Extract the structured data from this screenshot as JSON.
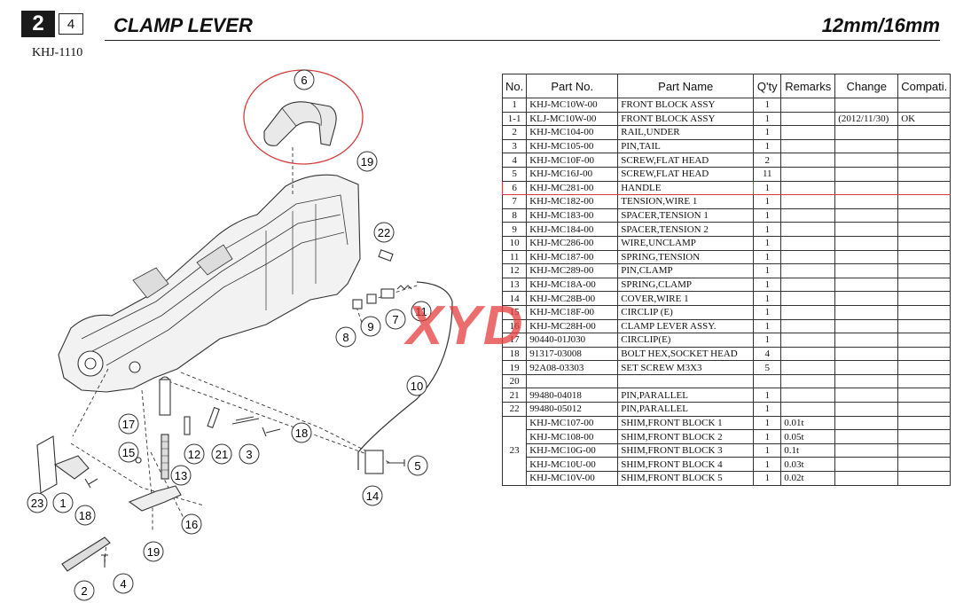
{
  "header": {
    "section": "2",
    "subsection": "4",
    "title": "CLAMP LEVER",
    "size": "12mm/16mm",
    "model": "KHJ-1110"
  },
  "watermark": "XYD",
  "diagram": {
    "callouts": [
      "6",
      "19",
      "22",
      "8",
      "9",
      "7",
      "11",
      "10",
      "17",
      "15",
      "13",
      "12",
      "21",
      "3",
      "18",
      "5",
      "14",
      "23",
      "1",
      "18",
      "16",
      "19",
      "2",
      "4"
    ]
  },
  "table": {
    "headers": [
      "No.",
      "Part No.",
      "Part Name",
      "Q'ty",
      "Remarks",
      "Change",
      "Compati."
    ],
    "rows": [
      {
        "no": "1",
        "part": "KHJ-MC10W-00",
        "name": "FRONT BLOCK ASSY",
        "qty": "1",
        "remarks": "",
        "change": "",
        "compat": ""
      },
      {
        "no": "1-1",
        "part": "KLJ-MC10W-00",
        "name": "FRONT BLOCK ASSY",
        "qty": "1",
        "remarks": "",
        "change": "(2012/11/30)",
        "compat": "OK"
      },
      {
        "no": "2",
        "part": "KHJ-MC104-00",
        "name": "RAIL,UNDER",
        "qty": "1",
        "remarks": "",
        "change": "",
        "compat": ""
      },
      {
        "no": "3",
        "part": "KHJ-MC105-00",
        "name": "PIN,TAIL",
        "qty": "1",
        "remarks": "",
        "change": "",
        "compat": ""
      },
      {
        "no": "4",
        "part": "KHJ-MC10F-00",
        "name": "SCREW,FLAT HEAD",
        "qty": "2",
        "remarks": "",
        "change": "",
        "compat": ""
      },
      {
        "no": "5",
        "part": "KHJ-MC16J-00",
        "name": "SCREW,FLAT HEAD",
        "qty": "11",
        "remarks": "",
        "change": "",
        "compat": ""
      },
      {
        "no": "6",
        "part": "KHJ-MC281-00",
        "name": "HANDLE",
        "qty": "1",
        "remarks": "",
        "change": "",
        "compat": ""
      },
      {
        "no": "7",
        "part": "KHJ-MC182-00",
        "name": "TENSION,WIRE 1",
        "qty": "1",
        "remarks": "",
        "change": "",
        "compat": ""
      },
      {
        "no": "8",
        "part": "KHJ-MC183-00",
        "name": "SPACER,TENSION 1",
        "qty": "1",
        "remarks": "",
        "change": "",
        "compat": ""
      },
      {
        "no": "9",
        "part": "KHJ-MC184-00",
        "name": "SPACER,TENSION 2",
        "qty": "1",
        "remarks": "",
        "change": "",
        "compat": ""
      },
      {
        "no": "10",
        "part": "KHJ-MC286-00",
        "name": "WIRE,UNCLAMP",
        "qty": "1",
        "remarks": "",
        "change": "",
        "compat": ""
      },
      {
        "no": "11",
        "part": "KHJ-MC187-00",
        "name": "SPRING,TENSION",
        "qty": "1",
        "remarks": "",
        "change": "",
        "compat": ""
      },
      {
        "no": "12",
        "part": "KHJ-MC289-00",
        "name": "PIN,CLAMP",
        "qty": "1",
        "remarks": "",
        "change": "",
        "compat": ""
      },
      {
        "no": "13",
        "part": "KHJ-MC18A-00",
        "name": "SPRING,CLAMP",
        "qty": "1",
        "remarks": "",
        "change": "",
        "compat": ""
      },
      {
        "no": "14",
        "part": "KHJ-MC28B-00",
        "name": "COVER,WIRE 1",
        "qty": "1",
        "remarks": "",
        "change": "",
        "compat": ""
      },
      {
        "no": "15",
        "part": "KHJ-MC18F-00",
        "name": "CIRCLIP (E)",
        "qty": "1",
        "remarks": "",
        "change": "",
        "compat": ""
      },
      {
        "no": "16",
        "part": "KHJ-MC28H-00",
        "name": "CLAMP LEVER ASSY.",
        "qty": "1",
        "remarks": "",
        "change": "",
        "compat": ""
      },
      {
        "no": "17",
        "part": "90440-01J030",
        "name": "CIRCLIP(E)",
        "qty": "1",
        "remarks": "",
        "change": "",
        "compat": ""
      },
      {
        "no": "18",
        "part": "91317-03008",
        "name": "BOLT HEX,SOCKET HEAD",
        "qty": "4",
        "remarks": "",
        "change": "",
        "compat": ""
      },
      {
        "no": "19",
        "part": "92A08-03303",
        "name": "SET SCREW  M3X3",
        "qty": "5",
        "remarks": "",
        "change": "",
        "compat": ""
      },
      {
        "no": "20",
        "part": "",
        "name": "",
        "qty": "",
        "remarks": "",
        "change": "",
        "compat": ""
      },
      {
        "no": "21",
        "part": "99480-04018",
        "name": "PIN,PARALLEL",
        "qty": "1",
        "remarks": "",
        "change": "",
        "compat": ""
      },
      {
        "no": "22",
        "part": "99480-05012",
        "name": "PIN,PARALLEL",
        "qty": "1",
        "remarks": "",
        "change": "",
        "compat": ""
      }
    ],
    "group23": {
      "no": "23",
      "rows": [
        {
          "part": "KHJ-MC107-00",
          "name": "SHIM,FRONT BLOCK 1",
          "qty": "1",
          "remarks": "0.01t",
          "change": "",
          "compat": ""
        },
        {
          "part": "KHJ-MC108-00",
          "name": "SHIM,FRONT BLOCK 2",
          "qty": "1",
          "remarks": "0.05t",
          "change": "",
          "compat": ""
        },
        {
          "part": "KHJ-MC10G-00",
          "name": "SHIM,FRONT BLOCK 3",
          "qty": "1",
          "remarks": "0.1t",
          "change": "",
          "compat": ""
        },
        {
          "part": "KHJ-MC10U-00",
          "name": "SHIM,FRONT BLOCK 4",
          "qty": "1",
          "remarks": "0.03t",
          "change": "",
          "compat": ""
        },
        {
          "part": "KHJ-MC10V-00",
          "name": "SHIM,FRONT BLOCK 5",
          "qty": "1",
          "remarks": "0.02t",
          "change": "",
          "compat": ""
        }
      ]
    },
    "highlight_row": "6"
  }
}
